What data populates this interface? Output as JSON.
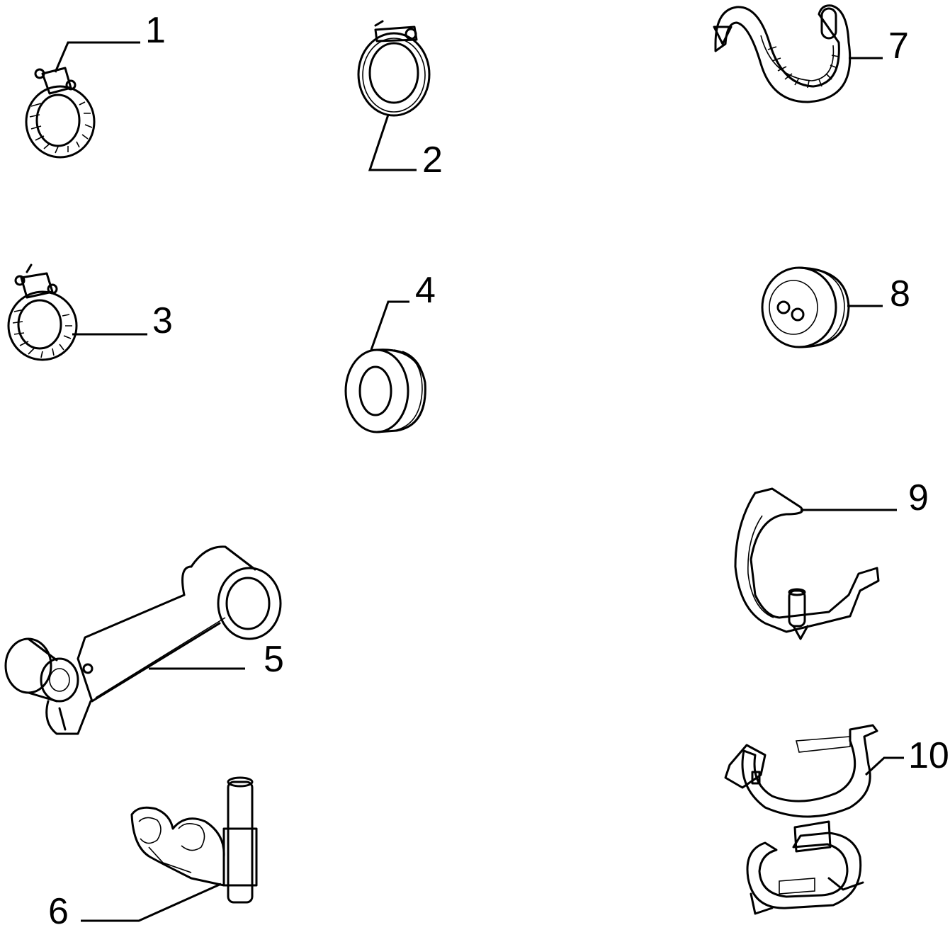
{
  "diagram": {
    "parts": [
      {
        "id": "1",
        "label": "1",
        "icon": "hose-clamp-worm-drive-icon"
      },
      {
        "id": "2",
        "label": "2",
        "icon": "spring-band-clamp-icon"
      },
      {
        "id": "3",
        "label": "3",
        "icon": "hose-clamp-small-icon"
      },
      {
        "id": "4",
        "label": "4",
        "icon": "grommet-ring-icon"
      },
      {
        "id": "5",
        "label": "5",
        "icon": "pipe-bracket-icon"
      },
      {
        "id": "6",
        "label": "6",
        "icon": "pipe-holder-clip-icon"
      },
      {
        "id": "7",
        "label": "7",
        "icon": "cable-tie-strap-icon"
      },
      {
        "id": "8",
        "label": "8",
        "icon": "two-hole-grommet-icon"
      },
      {
        "id": "9",
        "label": "9",
        "icon": "retaining-clip-icon"
      },
      {
        "id": "10",
        "label": "10",
        "icon": "double-strap-clip-icon"
      }
    ]
  }
}
